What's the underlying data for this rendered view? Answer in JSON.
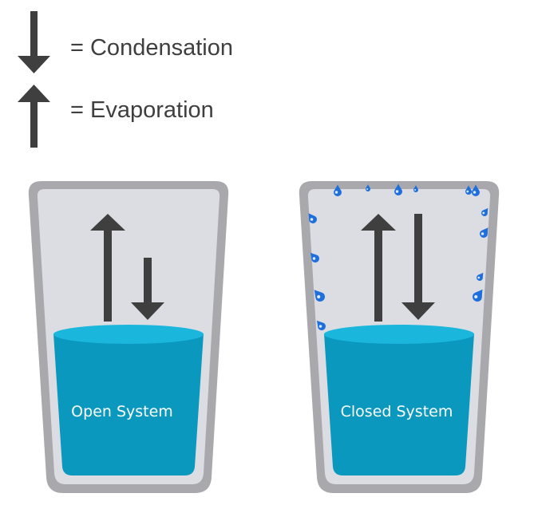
{
  "legend": {
    "condensation_label": "= Condensation",
    "evaporation_label": "= Evaporation"
  },
  "glasses": {
    "open": {
      "label": "Open System"
    },
    "closed": {
      "label": "Closed System"
    }
  },
  "colors": {
    "arrow": "#3f3f3f",
    "glass_rim": "#a8a8ad",
    "glass_inside": "#dcdde3",
    "water_body": "#0a98bf",
    "water_surface": "#1ab6dc",
    "water_drop": "#1e6fdc",
    "label_text": "#ffffff"
  }
}
